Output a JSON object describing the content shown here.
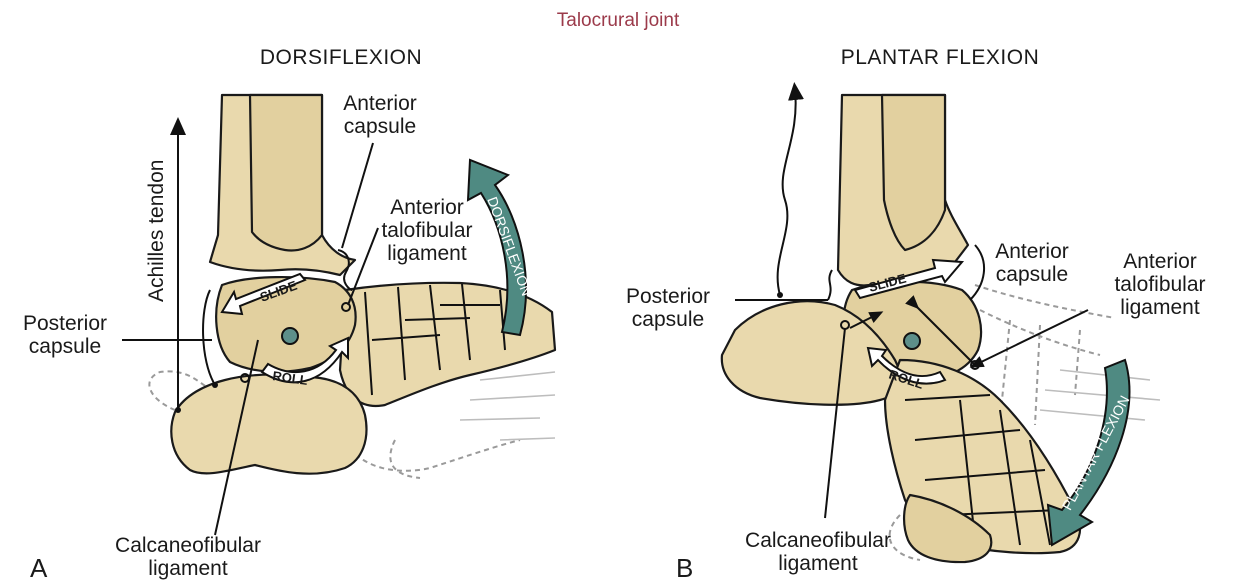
{
  "title": "Talocrural joint",
  "colors": {
    "title": "#9b3a4a",
    "bone": "#e9d9ad",
    "arrow_teal": "#4f8a82",
    "axis_dot": "#5d8f8a"
  },
  "panel_a": {
    "letter": "A",
    "heading": "DORSIFLEXION",
    "arrow_text": "DORSIFLEXION",
    "slide": "SLIDE",
    "roll": "ROLL",
    "labels": {
      "achilles": "Achilles tendon",
      "anterior_capsule_1": "Anterior",
      "anterior_capsule_2": "capsule",
      "atfl_1": "Anterior",
      "atfl_2": "talofibular",
      "atfl_3": "ligament",
      "posterior_capsule_1": "Posterior",
      "posterior_capsule_2": "capsule",
      "cfl_1": "Calcaneofibular",
      "cfl_2": "ligament"
    }
  },
  "panel_b": {
    "letter": "B",
    "heading": "PLANTAR FLEXION",
    "arrow_text": "PLANTAR FLEXION",
    "slide": "SLIDE",
    "roll": "ROLL",
    "labels": {
      "posterior_capsule_1": "Posterior",
      "posterior_capsule_2": "capsule",
      "anterior_capsule_1": "Anterior",
      "anterior_capsule_2": "capsule",
      "atfl_1": "Anterior",
      "atfl_2": "talofibular",
      "atfl_3": "ligament",
      "cfl_1": "Calcaneofibular",
      "cfl_2": "ligament"
    }
  }
}
